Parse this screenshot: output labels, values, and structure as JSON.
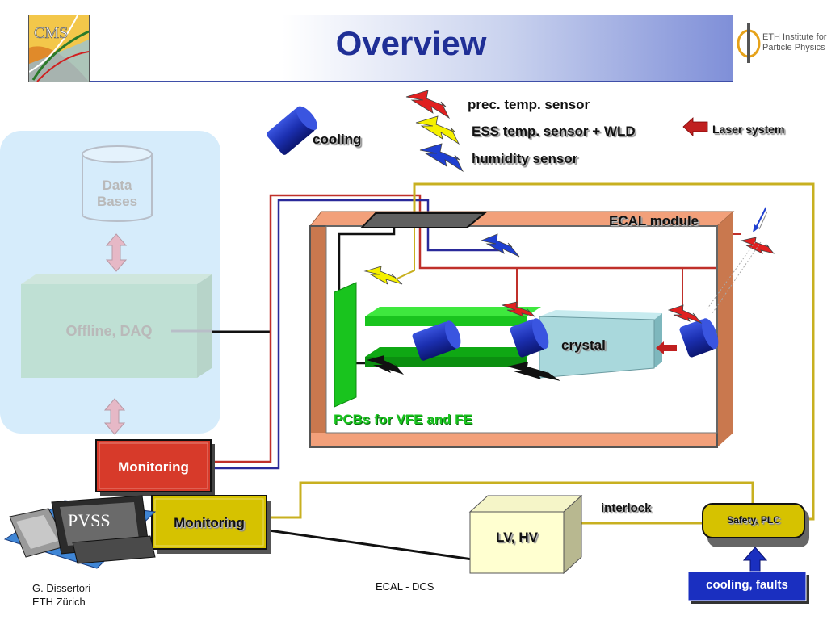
{
  "header": {
    "title": "Overview",
    "cms_logo_text": "CMS",
    "institute_line1": "ETH Institute for",
    "institute_line2": "Particle Physics"
  },
  "legend": {
    "cooling": "cooling",
    "prec_temp_sensor": "prec. temp. sensor",
    "ess_temp_sensor": "ESS temp. sensor + WLD",
    "humidity_sensor": "humidity  sensor",
    "laser_system": "Laser system"
  },
  "offline": {
    "databases": "Data Bases",
    "databases_line1": "Data",
    "databases_line2": "Bases",
    "offline_daq": "Offline, DAQ"
  },
  "ecal": {
    "module_label": "ECAL module",
    "crystal_label": "crystal",
    "pcb_label": "PCBs for VFE and FE"
  },
  "control": {
    "monitoring_red": "Monitoring",
    "monitoring_yellow": "Monitoring",
    "pvss": "PVSS",
    "lv_hv": "LV, HV",
    "interlock": "interlock",
    "safety_plc": "Safety, PLC",
    "cooling_faults": "cooling, faults"
  },
  "footer": {
    "author": "G. Dissertori",
    "affiliation": "ETH Zürich",
    "center": "ECAL - DCS"
  },
  "colors": {
    "title": "#1f2f96",
    "prec_sensor": "#e02020",
    "ess_sensor": "#f5f000",
    "humidity_sensor": "#1f3fd0",
    "cooling": "#1b2fb0",
    "monitoring_red": "#d73a2a",
    "monitoring_yellow": "#d6c200",
    "ecal_frame": "#f2a07a",
    "pcb": "#19c41e",
    "crystal": "#a9d8dc",
    "wire_red": "#c0302a",
    "wire_blue": "#2a2a9a",
    "wire_yellow": "#c8b020"
  }
}
